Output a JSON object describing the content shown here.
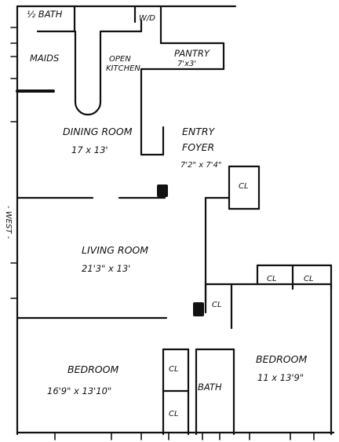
{
  "rooms": {
    "half_bath": "½ BATH",
    "wd": "W/D",
    "maids": "MAIDS",
    "open_kitchen_line1": "OPEN",
    "open_kitchen_line2": "KITCHEN",
    "pantry_name": "PANTRY",
    "pantry_size": "7'x3'",
    "dining_name": "DINING ROOM",
    "dining_size": "17 x 13'",
    "entry_line1": "ENTRY",
    "entry_line2": "FOYER",
    "entry_size": "7'2\" x 7'4\"",
    "living_name": "LIVING ROOM",
    "living_size": "21'3\" x 13'",
    "bedroom_left_name": "BEDROOM",
    "bedroom_left_size": "16'9\" x 13'10\"",
    "bedroom_right_name": "BEDROOM",
    "bedroom_right_size": "11 x 13'9\"",
    "bath": "BATH",
    "closet": "CL"
  },
  "edge_label": "- WEST -"
}
